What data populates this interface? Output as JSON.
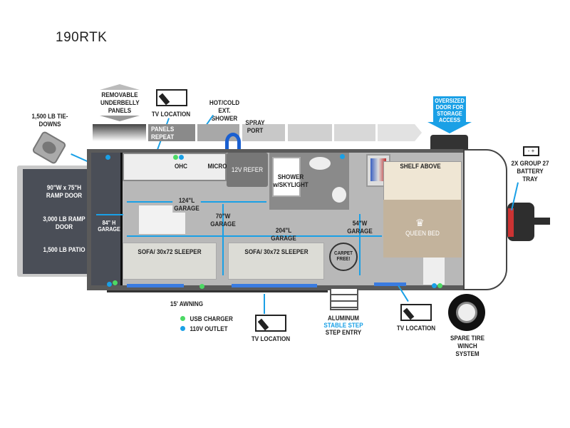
{
  "title": "190RTK",
  "colors": {
    "accent": "#1aa0e6",
    "usb": "#4cd964",
    "outlet": "#1aa0e6"
  },
  "labels": {
    "underbelly": "REMOVABLE UNDERBELLY PANELS",
    "tv_top": "TV LOCATION",
    "ext_shower": "HOT/COLD EXT. SHOWER",
    "spray_port": "SPRAY PORT",
    "panels_repeat": "PANELS REPEAT",
    "oversized_door": "OVERSIZED DOOR FOR STORAGE ACCESS",
    "tie_downs": "1,500 LB TIE-DOWNS",
    "ramp_size": "90\"W x 75\"H RAMP DOOR",
    "ramp_weight": "3,000 LB RAMP DOOR",
    "patio": "1,500 LB PATIO",
    "garage_height": "84\" H GARAGE",
    "ohc": "OHC",
    "micro": "MICRO",
    "refer": "12V REFER",
    "shower": "SHOWER w/SKYLIGHT",
    "shelf": "SHELF ABOVE",
    "queen": "QUEEN BED",
    "garage_124": "124\"L GARAGE",
    "garage_70": "70\"W GARAGE",
    "garage_204": "204\"L GARAGE",
    "garage_54": "54\"W GARAGE",
    "sofa1": "SOFA/ 30x72 SLEEPER",
    "sofa2": "SOFA/ 30x72 SLEEPER",
    "carpet": "CARPET FREE!",
    "battery": "2X GROUP 27 BATTERY TRAY",
    "battery_icon": "- +",
    "awning": "15' AWNING",
    "usb": "USB CHARGER",
    "outlet": "110V OUTLET",
    "tv_bottom": "TV LOCATION",
    "step_1": "ALUMINUM",
    "step_2": "STABLE STEP",
    "step_3": "STEP ENTRY",
    "tv_right": "TV LOCATION",
    "spare": "SPARE TIRE WINCH SYSTEM"
  }
}
